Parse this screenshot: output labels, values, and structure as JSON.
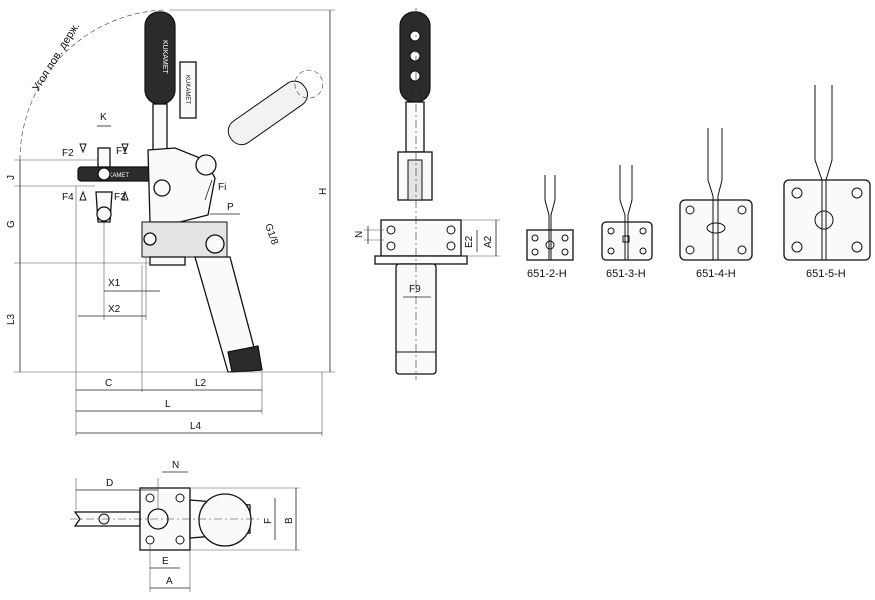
{
  "arc_label": "Угол пов. держ.",
  "brand_text": "KUKAMET",
  "side_view": {
    "labels": {
      "K": "K",
      "F1": "F1",
      "F2": "F2",
      "F3": "F3",
      "F4": "F4",
      "Fi": "Fi",
      "P": "P",
      "J": "J",
      "G": "G",
      "G18": "G1/8",
      "H": "H",
      "L3": "L3",
      "X1": "X1",
      "X2": "X2",
      "C": "C",
      "L2": "L2",
      "L": "L",
      "L4": "L4"
    }
  },
  "front_view": {
    "labels": {
      "N": "N",
      "E2": "E2",
      "A2": "A2",
      "F9": "F9"
    }
  },
  "variants": [
    {
      "label": "651-2-H"
    },
    {
      "label": "651-3-H"
    },
    {
      "label": "651-4-H"
    },
    {
      "label": "651-5-H"
    }
  ],
  "top_view": {
    "labels": {
      "D": "D",
      "N": "N",
      "F": "F",
      "B": "B",
      "E": "E",
      "A": "A"
    }
  }
}
